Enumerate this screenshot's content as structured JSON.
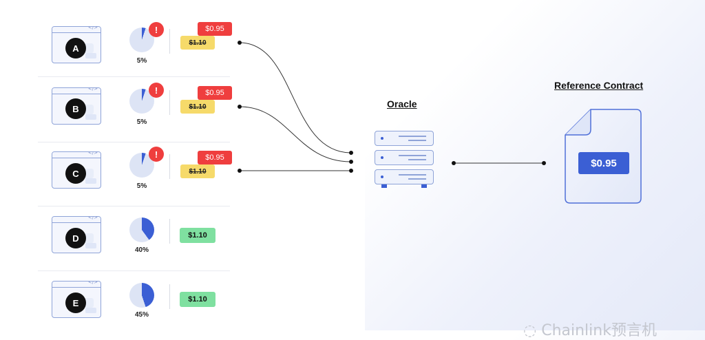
{
  "nodes": [
    {
      "letter": "A",
      "pct": "5%",
      "pct_value": 5,
      "alert": "!",
      "price_new": "$0.95",
      "price_old": "$1.10",
      "outlier": true
    },
    {
      "letter": "B",
      "pct": "5%",
      "pct_value": 5,
      "alert": "!",
      "price_new": "$0.95",
      "price_old": "$1.10",
      "outlier": true
    },
    {
      "letter": "C",
      "pct": "5%",
      "pct_value": 5,
      "alert": "!",
      "price_new": "$0.95",
      "price_old": "$1.10",
      "outlier": true
    },
    {
      "letter": "D",
      "pct": "40%",
      "pct_value": 40,
      "price": "$1.10",
      "outlier": false
    },
    {
      "letter": "E",
      "pct": "45%",
      "pct_value": 45,
      "price": "$1.10",
      "outlier": false
    }
  ],
  "browser_icon_glyph": "</>",
  "oracle": {
    "title": "Oracle"
  },
  "contract": {
    "title": "Reference Contract",
    "price": "$0.95"
  },
  "watermark": "Chainlink预言机",
  "colors": {
    "alert_red": "#ef3e3e",
    "stale_yellow": "#f6da6a",
    "ok_green": "#7fe0a0",
    "accent_blue": "#3b5fd4",
    "pie_bg": "#dde4f5"
  },
  "icons": {
    "server": "server-stack-icon",
    "document": "document-icon",
    "browser": "browser-window-icon",
    "wechat": "wechat-icon"
  }
}
